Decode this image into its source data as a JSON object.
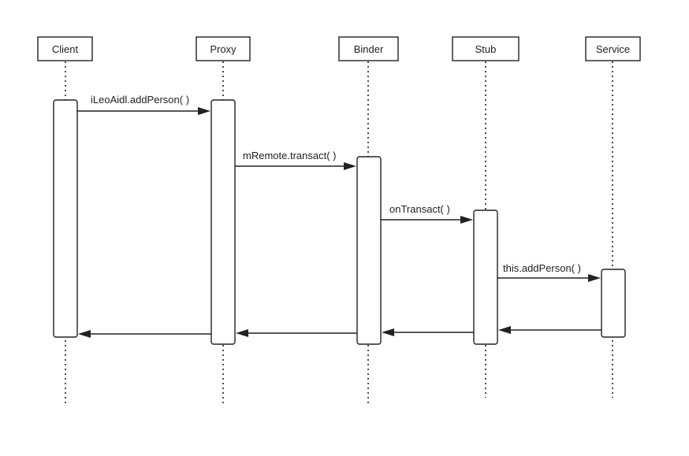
{
  "participants": [
    {
      "id": "client",
      "label": "Client"
    },
    {
      "id": "proxy",
      "label": "Proxy"
    },
    {
      "id": "binder",
      "label": "Binder"
    },
    {
      "id": "stub",
      "label": "Stub"
    },
    {
      "id": "service",
      "label": "Service"
    }
  ],
  "messages": [
    {
      "from": "client",
      "to": "proxy",
      "label": "iLeoAidl.addPerson( )",
      "kind": "call"
    },
    {
      "from": "proxy",
      "to": "binder",
      "label": "mRemote.transact( )",
      "kind": "call"
    },
    {
      "from": "binder",
      "to": "stub",
      "label": "onTransact( )",
      "kind": "call"
    },
    {
      "from": "stub",
      "to": "service",
      "label": "this.addPerson( )",
      "kind": "call"
    },
    {
      "from": "service",
      "to": "stub",
      "label": "",
      "kind": "return"
    },
    {
      "from": "stub",
      "to": "binder",
      "label": "",
      "kind": "return"
    },
    {
      "from": "binder",
      "to": "proxy",
      "label": "",
      "kind": "return"
    },
    {
      "from": "proxy",
      "to": "client",
      "label": "",
      "kind": "return"
    }
  ],
  "colors": {
    "stroke": "#222222",
    "background": "#ffffff"
  }
}
